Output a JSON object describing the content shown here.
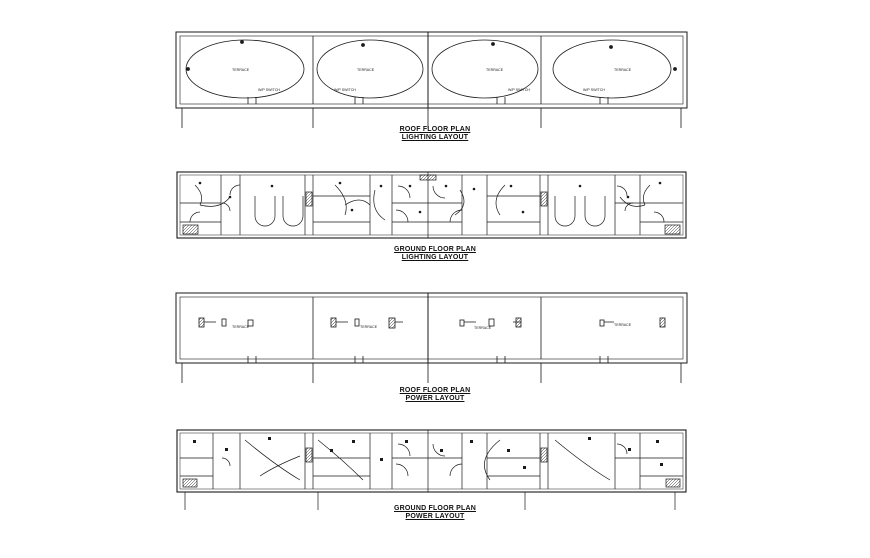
{
  "drawings": {
    "roof_lighting": {
      "title": "ROOF FLOOR PLAN",
      "subtitle": "LIGHTING LAYOUT",
      "rooms": [
        "TERRACE",
        "TERRACE",
        "TERRACE",
        "TERRACE"
      ],
      "door_labels": [
        "W/P SWITCH",
        "W/P SWITCH",
        "W/P SWITCH",
        "W/P SWITCH"
      ]
    },
    "ground_lighting": {
      "title": "GROUND FLOOR PLAN",
      "subtitle": "LIGHTING LAYOUT"
    },
    "roof_power": {
      "title": "ROOF FLOOR PLAN",
      "subtitle": "POWER LAYOUT",
      "rooms": [
        "TERRACE",
        "TERRACE",
        "TERRACE",
        "TERRACE"
      ]
    },
    "ground_power": {
      "title": "GROUND FLOOR PLAN",
      "subtitle": "POWER LAYOUT"
    }
  },
  "colors": {
    "line": "#1a1a1a",
    "background": "#ffffff"
  }
}
